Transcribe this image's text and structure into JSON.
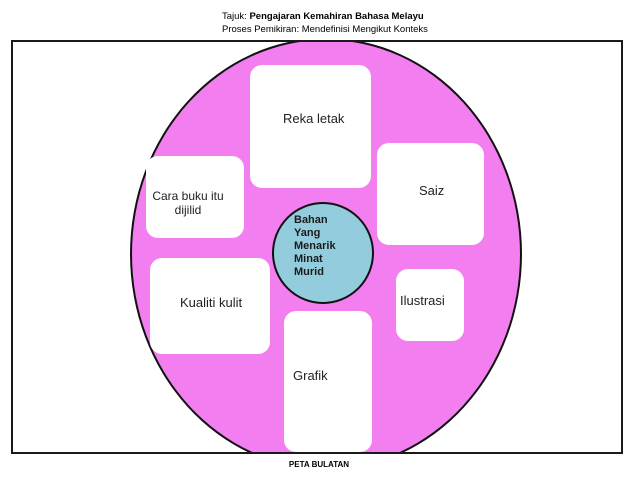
{
  "header": {
    "topic_prefix": "Tajuk: ",
    "topic_title": "Pengajaran  Kemahiran Bahasa Melayu",
    "thinking_process": "Proses Pemikiran: Mendefinisi Mengikut Konteks"
  },
  "center": {
    "lines": [
      "Bahan",
      "Yang",
      "Menarik",
      "Minat",
      "Murid"
    ]
  },
  "nodes": {
    "reka_letak": "Reka letak",
    "saiz": "Saiz",
    "cara_buku": "Cara buku itu dijilid",
    "kualiti_kulit": "Kualiti kulit",
    "ilustrasi": "Ilustrasi",
    "grafik": "Grafik"
  },
  "footer": {
    "label": "PETA BULATAN"
  },
  "colors": {
    "outer_circle": "#f27ef0",
    "center_circle": "#93cddd",
    "box": "#ffffff"
  }
}
